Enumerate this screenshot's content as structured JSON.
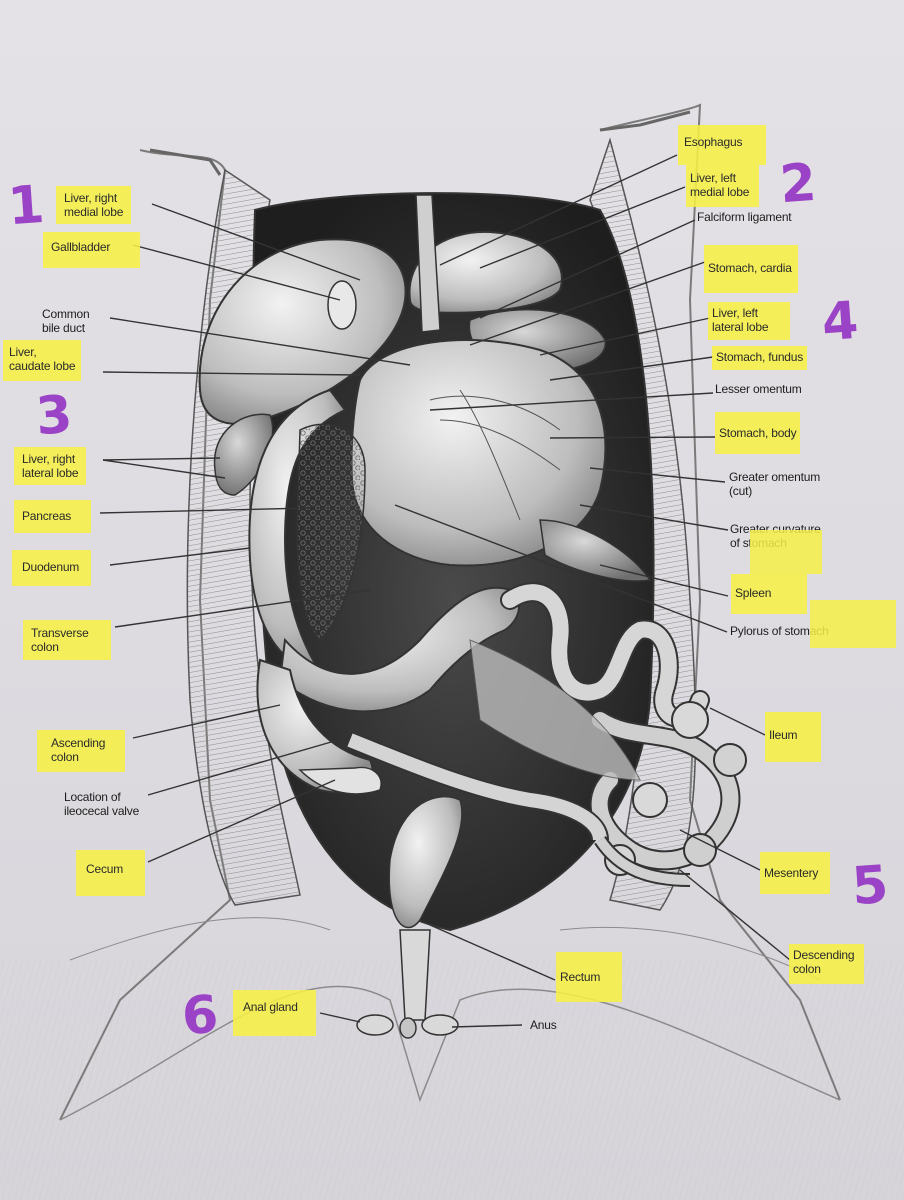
{
  "labels": {
    "liver_right_medial": "Liver, right\nmedial lobe",
    "gallbladder": "Gallbladder",
    "common_bile_duct": "Common\nbile duct",
    "liver_caudate": "Liver,\ncaudate lobe",
    "liver_right_lateral": "Liver, right\nlateral lobe",
    "pancreas": "Pancreas",
    "duodenum": "Duodenum",
    "transverse_colon": "Transverse\ncolon",
    "ascending_colon": "Ascending\ncolon",
    "ileocecal_valve": "Location of\nileocecal valve",
    "cecum": "Cecum",
    "anal_gland": "Anal gland",
    "esophagus": "Esophagus",
    "liver_left_medial": "Liver, left\nmedial lobe",
    "falciform": "Falciform ligament",
    "stomach_cardia": "Stomach, cardia",
    "liver_left_lateral": "Liver, left\nlateral lobe",
    "stomach_fundus": "Stomach, fundus",
    "lesser_omentum": "Lesser omentum",
    "stomach_body": "Stomach, body",
    "greater_omentum": "Greater omentum\n(cut)",
    "greater_curvature": "Greater curvature\nof stomach",
    "spleen": "Spleen",
    "pylorus": "Pylorus of stomach",
    "ileum": "Ileum",
    "mesentery": "Mesentery",
    "descending_colon": "Descending\ncolon",
    "rectum": "Rectum",
    "anus": "Anus"
  },
  "numbers": [
    "1",
    "2",
    "3",
    "4",
    "5",
    "6"
  ],
  "colors": {
    "highlight": "#f6f046",
    "handwriting": "#9b43c6",
    "ink": "#2a2a2a",
    "paper": "#dedce1"
  }
}
